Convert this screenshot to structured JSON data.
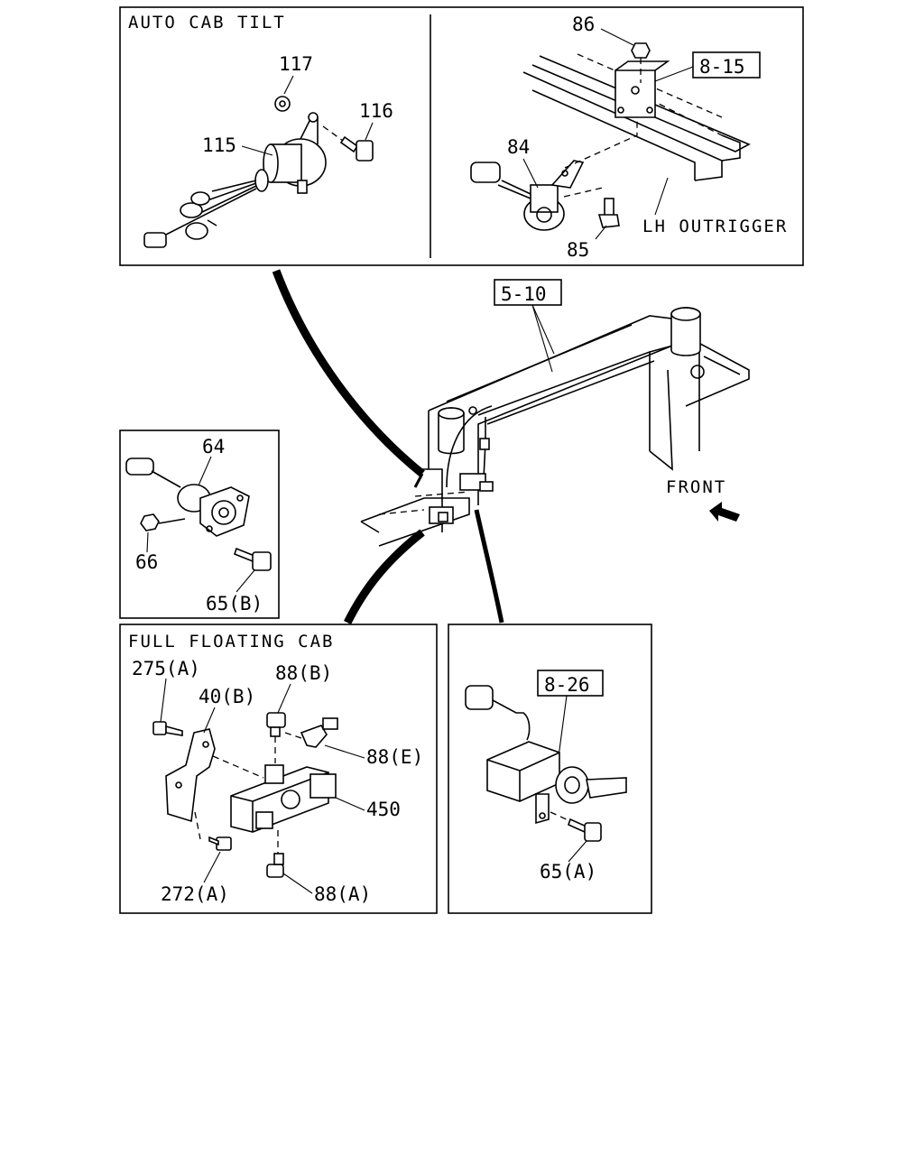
{
  "panels": {
    "auto_cab_tilt": {
      "title": "AUTO CAB TILT",
      "callouts": {
        "p117": "117",
        "p116": "116",
        "p115": "115",
        "p86": "86",
        "p84": "84",
        "p85": "85"
      },
      "ref_8_15": "8-15",
      "lh_outrigger": "LH OUTRIGGER"
    },
    "main": {
      "ref_5_10": "5-10",
      "front": "FRONT"
    },
    "sensor_64": {
      "callouts": {
        "p64": "64",
        "p66": "66",
        "p65b": "65(B)"
      }
    },
    "full_floating_cab": {
      "title": "FULL FLOATING CAB",
      "callouts": {
        "p275a": "275(A)",
        "p40b": "40(B)",
        "p88b": "88(B)",
        "p88e": "88(E)",
        "p450": "450",
        "p272a": "272(A)",
        "p88a": "88(A)"
      }
    },
    "valve_8_26": {
      "ref_8_26": "8-26",
      "callouts": {
        "p65a": "65(A)"
      }
    }
  }
}
